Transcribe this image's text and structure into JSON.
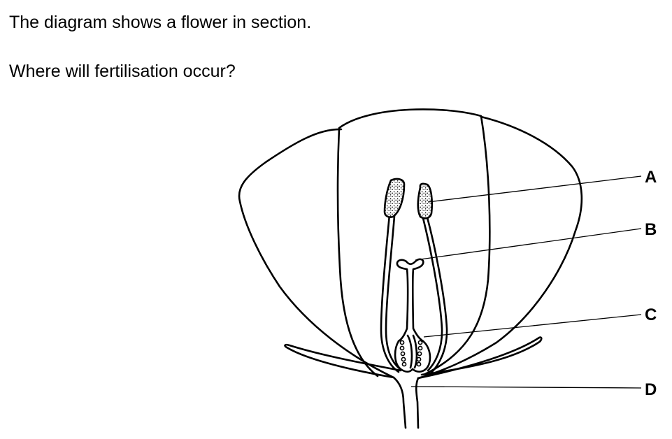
{
  "question": {
    "intro": "The diagram shows a flower in section.",
    "prompt": "Where will fertilisation occur?"
  },
  "diagram": {
    "labels": [
      "A",
      "B",
      "C",
      "D"
    ]
  },
  "colors": {
    "ink": "#000000",
    "background": "#ffffff"
  }
}
